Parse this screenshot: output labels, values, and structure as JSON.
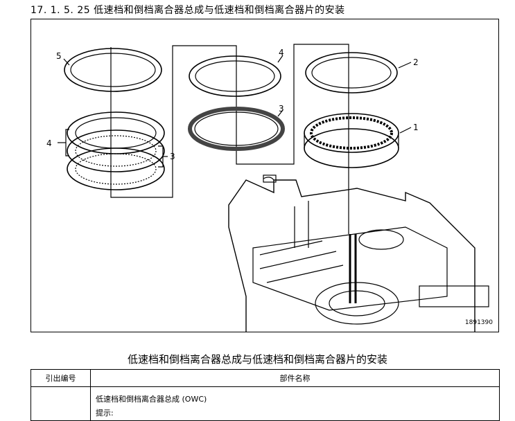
{
  "section_title": "17. 1. 5. 25 低速档和倒档离合器总成与低速档和倒档离合器片的安装",
  "figure": {
    "figure_id": "1891390",
    "callouts": [
      "5",
      "4",
      "3",
      "4",
      "3",
      "2",
      "1"
    ]
  },
  "table": {
    "title": "低速档和倒档离合器总成与低速档和倒档离合器片的安装",
    "headers": [
      "引出编号",
      "部件名称"
    ],
    "rows": [
      {
        "number": "",
        "name": "低速档和倒档离合器总成 (OWC)",
        "note": "提示:"
      }
    ]
  }
}
